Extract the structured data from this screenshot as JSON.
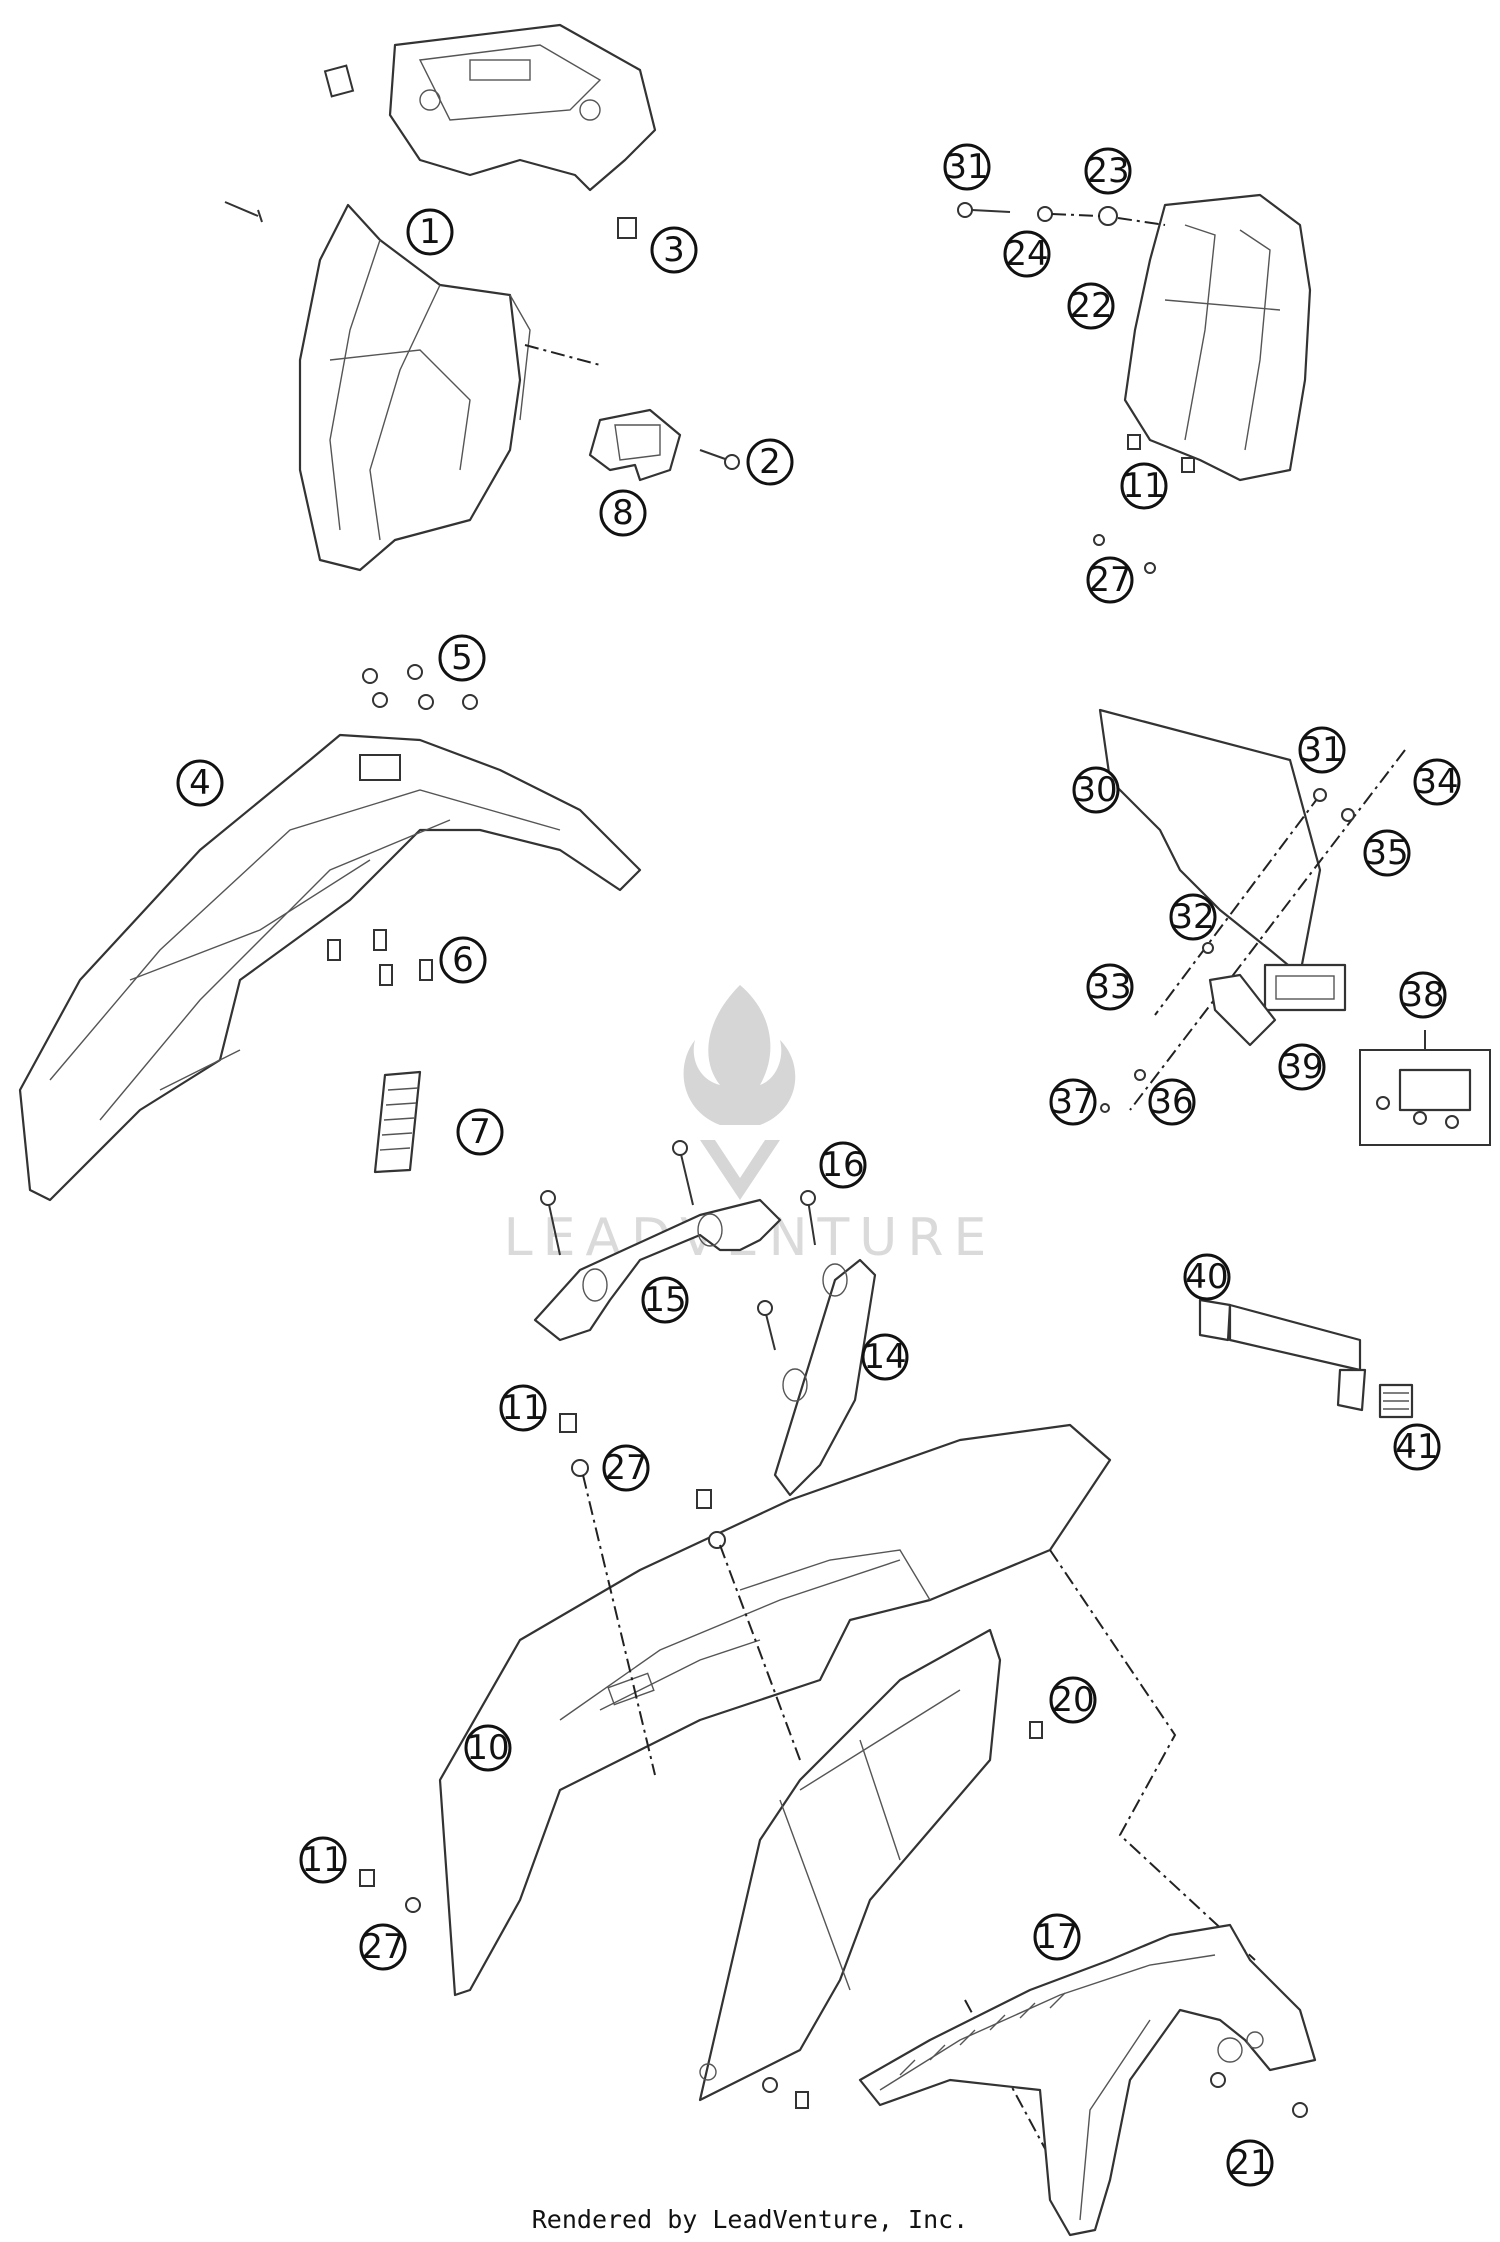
{
  "diagram": {
    "callouts": [
      "1",
      "2",
      "3",
      "4",
      "5",
      "6",
      "7",
      "8",
      "10",
      "11",
      "14",
      "15",
      "16",
      "17",
      "20",
      "21",
      "22",
      "23",
      "24",
      "27",
      "30",
      "31",
      "32",
      "33",
      "34",
      "35",
      "36",
      "37",
      "38",
      "39",
      "40",
      "41"
    ],
    "watermark": "LEADVENTURE",
    "footer": "Rendered by LeadVenture, Inc."
  }
}
